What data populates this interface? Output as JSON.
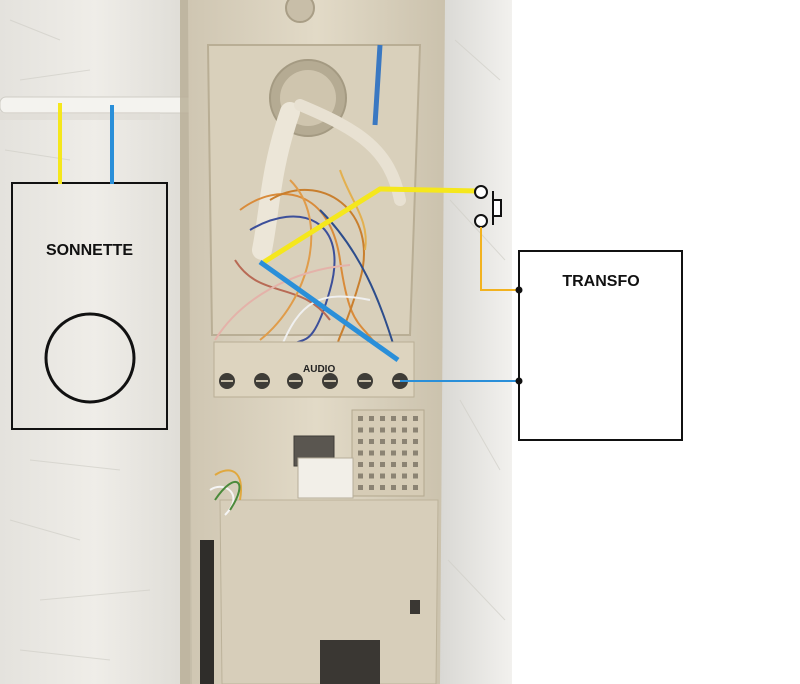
{
  "diagram": {
    "boxes": {
      "sonnette": {
        "label": "SONNETTE"
      },
      "transfo": {
        "label": "TRANSFO"
      }
    },
    "terminal_block": {
      "label": "AUDIO"
    },
    "wire_colors": {
      "yellow": "#f5e71c",
      "blue": "#2a8fd9",
      "orange_yellow": "#f2b21f"
    },
    "icons": {
      "push_button": "push-button-switch-icon",
      "bell": "bell-circle-icon"
    }
  }
}
